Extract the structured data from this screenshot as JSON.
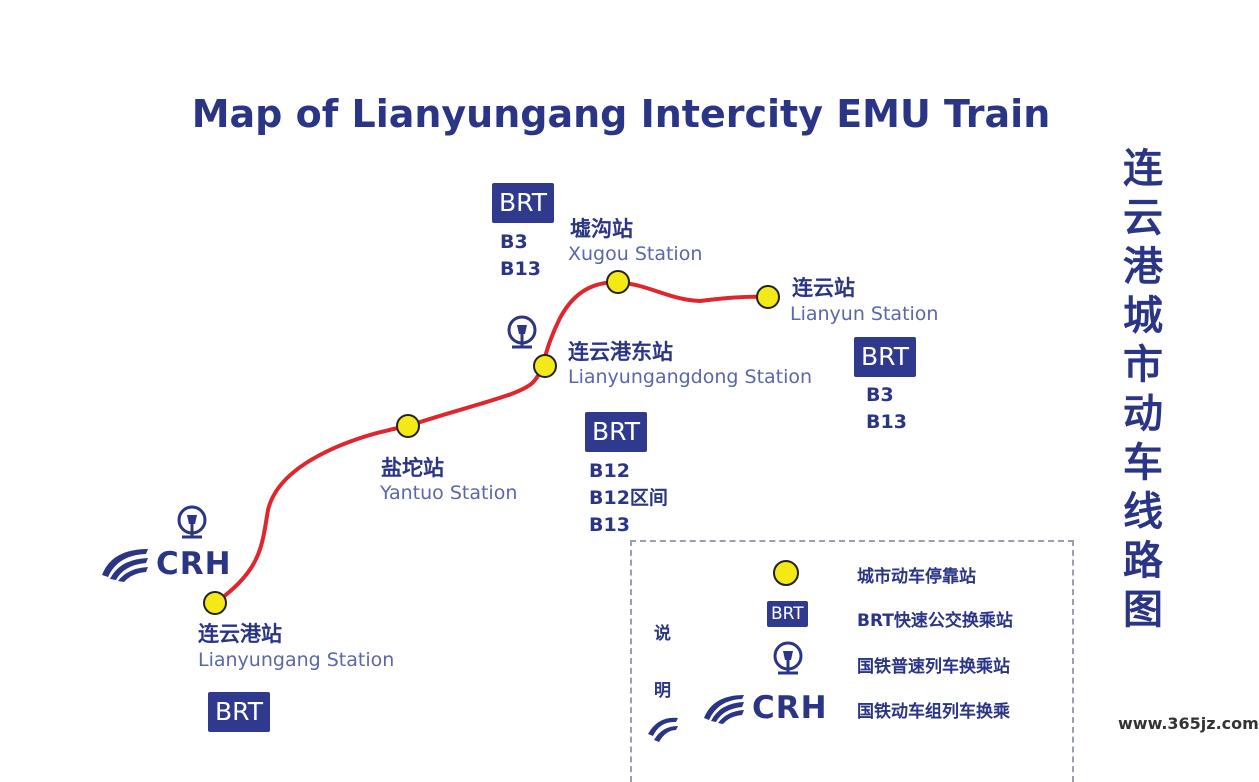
{
  "title": "Map of Lianyungang Intercity EMU Train",
  "vertical_title": [
    "连",
    "云",
    "港",
    "城",
    "市",
    "动",
    "车",
    "线",
    "路",
    "图"
  ],
  "stations": [
    {
      "zh": "连云港站",
      "en": "Lianyungang Station"
    },
    {
      "zh": "盐坨站",
      "en": "Yantuo Station"
    },
    {
      "zh": "连云港东站",
      "en": "Lianyungangdong Station"
    },
    {
      "zh": "墟沟站",
      "en": "Xugou Station"
    },
    {
      "zh": "连云站",
      "en": "Lianyun Station"
    }
  ],
  "brt_label": "BRT",
  "brt_groups": [
    {
      "lines": [
        "B3",
        "B13"
      ]
    },
    {
      "lines": [
        "B3",
        "B13"
      ]
    },
    {
      "lines": [
        "B12",
        "B12区间",
        "B13"
      ]
    },
    {
      "lines": []
    }
  ],
  "crh_label": "CRH",
  "legend": {
    "side_label": [
      "说",
      "明"
    ],
    "items": [
      "城市动车停靠站",
      "BRT快速公交换乘站",
      "国铁普速列车换乘站",
      "国铁动车组列车换乘"
    ]
  },
  "colors": {
    "line": "#e0262c",
    "station": "#f4e816",
    "navy": "#2a3585",
    "brt": "#2f3a8f"
  },
  "icons": [
    "railway-logo-icon",
    "crh-logo-icon",
    "station-dot-icon"
  ],
  "watermark": "www.365jz.com"
}
